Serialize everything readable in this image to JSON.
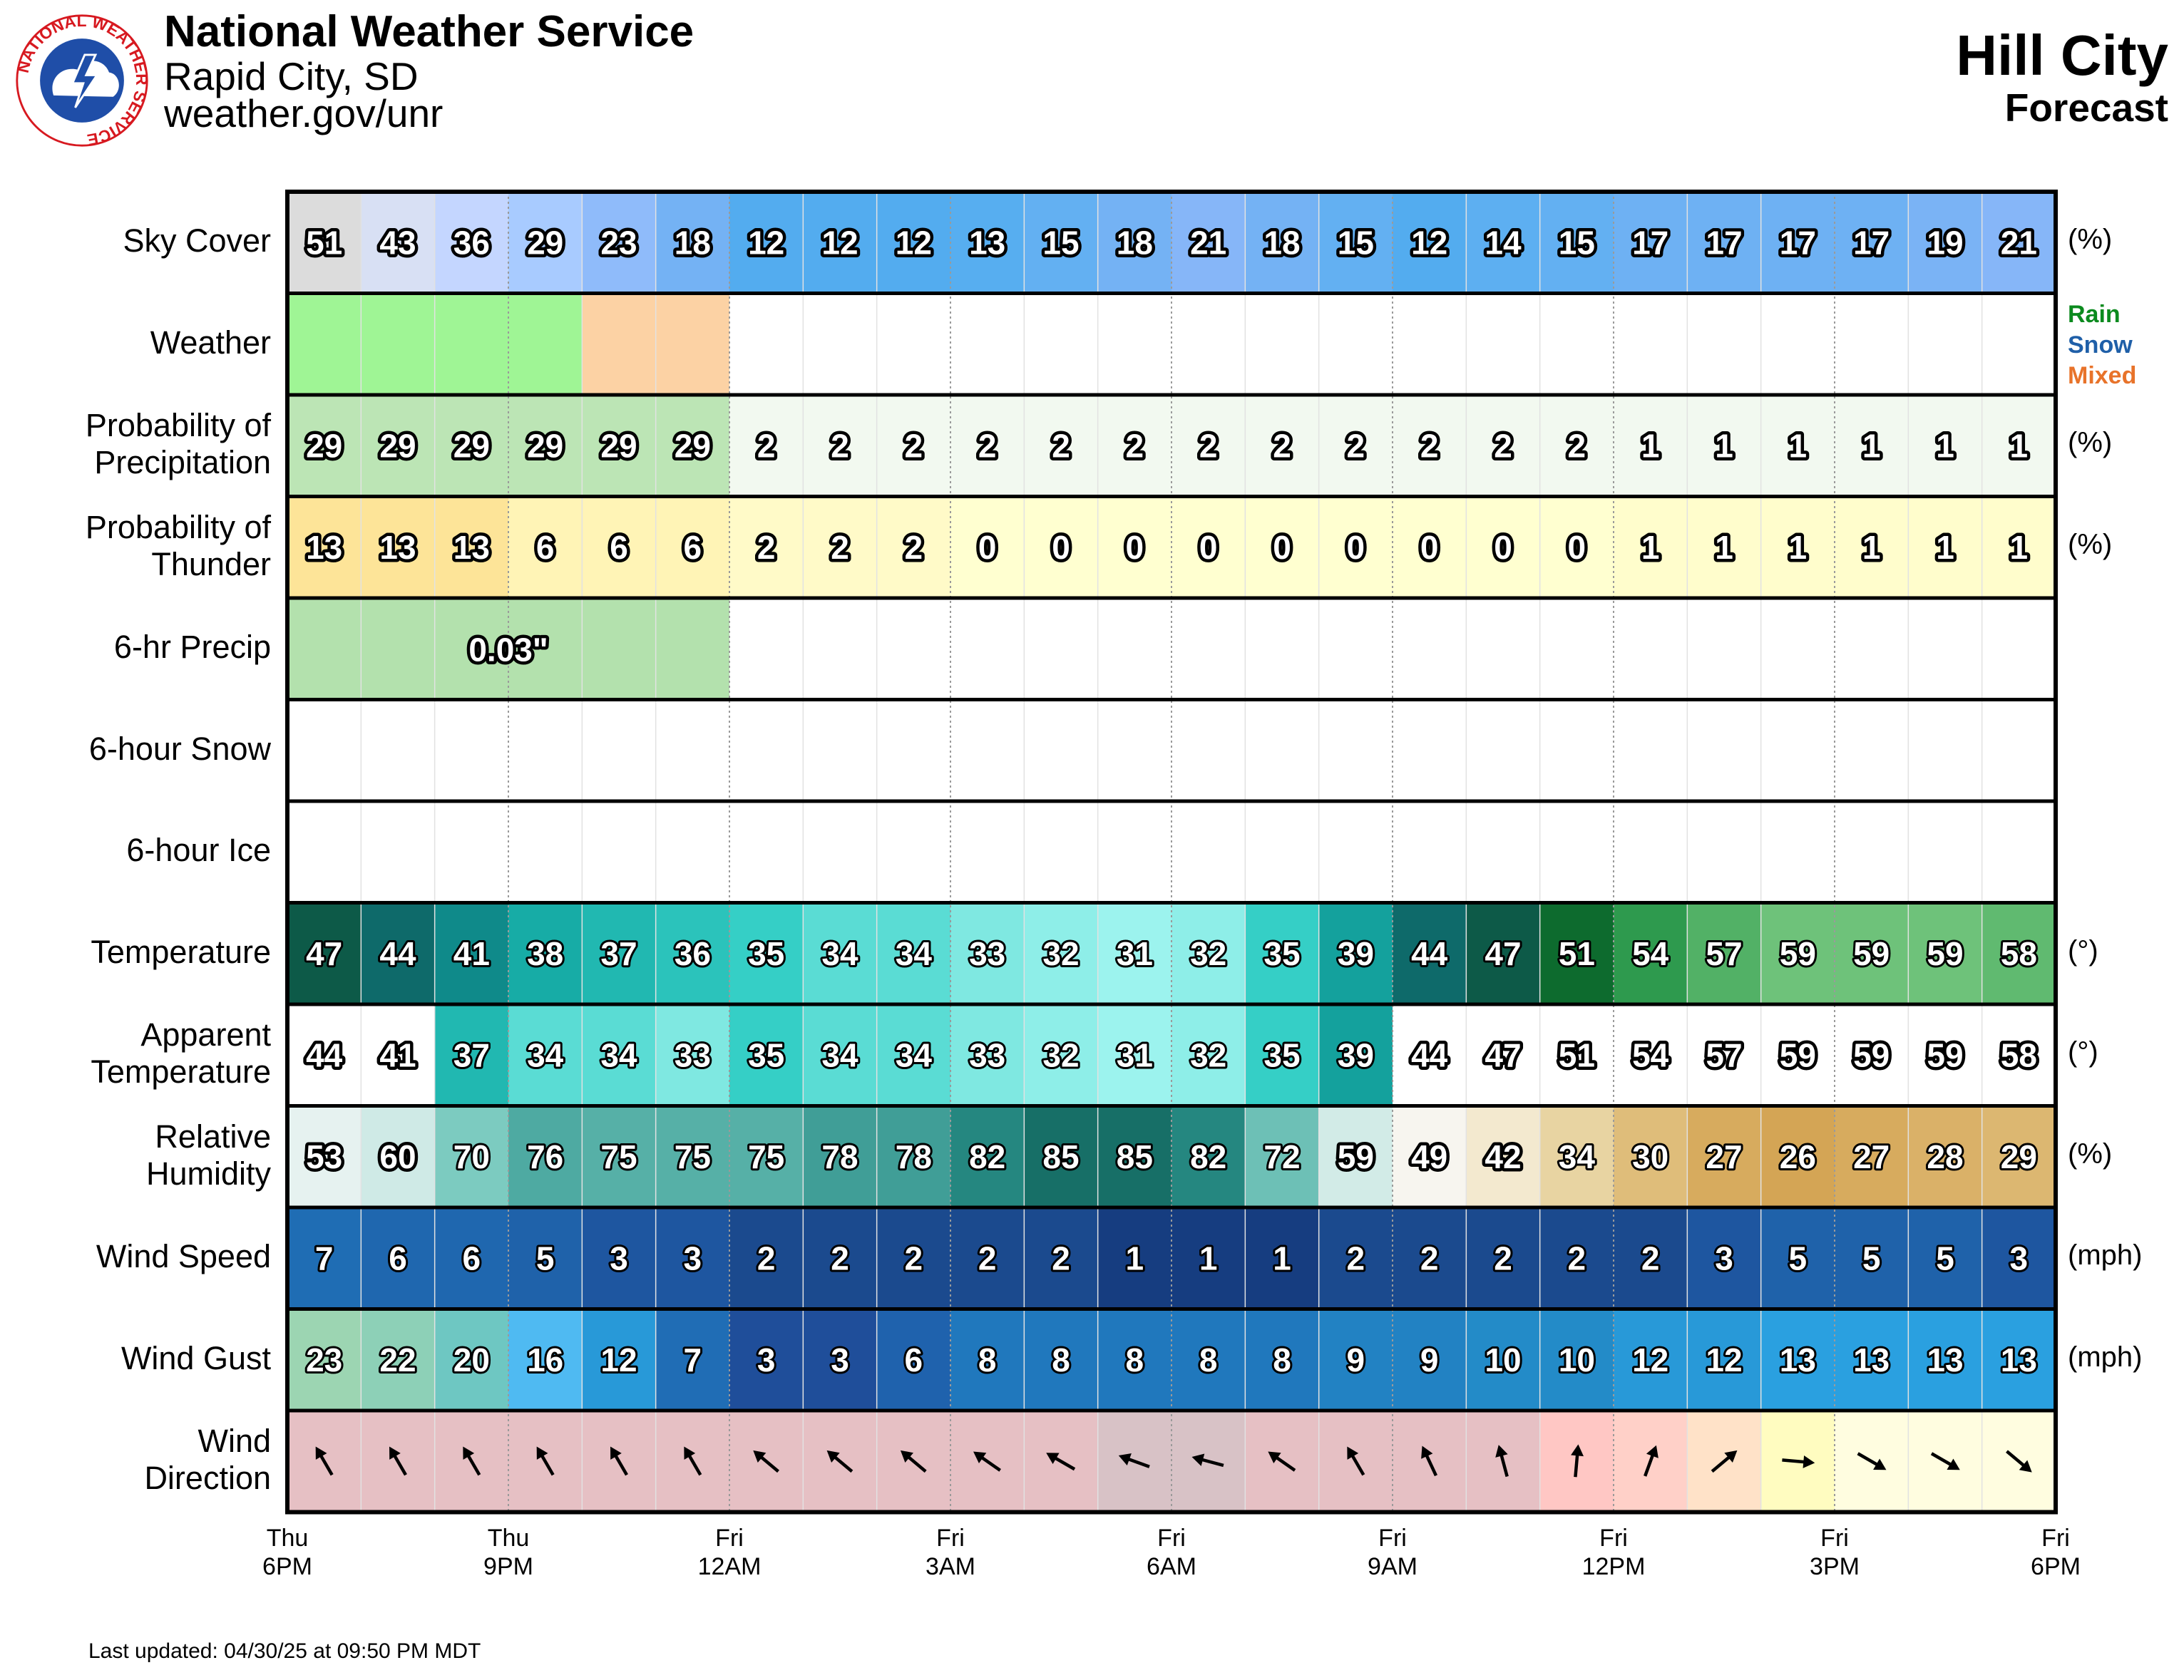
{
  "header": {
    "agency": "National Weather Service",
    "office": "Rapid City, SD",
    "url": "weather.gov/unr",
    "location": "Hill City",
    "subtitle": "Forecast",
    "logo_text": "NATIONAL WEATHER SERVICE"
  },
  "footer": {
    "last_updated": "Last updated: 04/30/25 at 09:50 PM MDT"
  },
  "legend": {
    "rain": "Rain",
    "snow": "Snow",
    "mixed": "Mixed",
    "rain_color": "#0b8a1e",
    "snow_color": "#1f5fa8",
    "mixed_color": "#e8732a"
  },
  "chart_data": {
    "type": "table",
    "columns": [
      "Thu 6PM",
      "Thu 7PM",
      "Thu 8PM",
      "Thu 9PM",
      "Thu 10PM",
      "Thu 11PM",
      "Fri 12AM",
      "Fri 1AM",
      "Fri 2AM",
      "Fri 3AM",
      "Fri 4AM",
      "Fri 5AM",
      "Fri 6AM",
      "Fri 7AM",
      "Fri 8AM",
      "Fri 9AM",
      "Fri 10AM",
      "Fri 11AM",
      "Fri 12PM",
      "Fri 1PM",
      "Fri 2PM",
      "Fri 3PM",
      "Fri 4PM",
      "Fri 5PM"
    ],
    "x_ticks": [
      {
        "day": "Thu",
        "time": "6PM"
      },
      {
        "day": "Thu",
        "time": "9PM"
      },
      {
        "day": "Fri",
        "time": "12AM"
      },
      {
        "day": "Fri",
        "time": "3AM"
      },
      {
        "day": "Fri",
        "time": "6AM"
      },
      {
        "day": "Fri",
        "time": "9AM"
      },
      {
        "day": "Fri",
        "time": "12PM"
      },
      {
        "day": "Fri",
        "time": "3PM"
      },
      {
        "day": "Fri",
        "time": "6PM"
      }
    ],
    "rows": [
      {
        "key": "sky",
        "label": [
          "Sky Cover"
        ],
        "unit": "(%)",
        "kind": "values",
        "values": [
          51,
          43,
          36,
          29,
          23,
          18,
          12,
          12,
          12,
          13,
          15,
          18,
          21,
          18,
          15,
          12,
          14,
          15,
          17,
          17,
          17,
          17,
          19,
          21
        ]
      },
      {
        "key": "weather",
        "label": [
          "Weather"
        ],
        "unit": "",
        "kind": "precip_type",
        "values": [
          "Rain",
          "Rain",
          "Rain",
          "Rain",
          "Mixed",
          "Mixed",
          "",
          "",
          "",
          "",
          "",
          "",
          "",
          "",
          "",
          "",
          "",
          "",
          "",
          "",
          "",
          "",
          "",
          ""
        ]
      },
      {
        "key": "pop",
        "label": [
          "Probability of",
          "Precipitation"
        ],
        "unit": "(%)",
        "kind": "values",
        "values": [
          29,
          29,
          29,
          29,
          29,
          29,
          2,
          2,
          2,
          2,
          2,
          2,
          2,
          2,
          2,
          2,
          2,
          2,
          1,
          1,
          1,
          1,
          1,
          1
        ]
      },
      {
        "key": "thunder",
        "label": [
          "Probability of",
          "Thunder"
        ],
        "unit": "(%)",
        "kind": "values",
        "values": [
          13,
          13,
          13,
          6,
          6,
          6,
          2,
          2,
          2,
          0,
          0,
          0,
          0,
          0,
          0,
          0,
          0,
          0,
          1,
          1,
          1,
          1,
          1,
          1
        ]
      },
      {
        "key": "precip6",
        "label": [
          "6-hr Precip"
        ],
        "unit": "",
        "kind": "blocks",
        "blocks": [
          {
            "start": 0,
            "span": 6,
            "text": "0.03\""
          }
        ]
      },
      {
        "key": "snow6",
        "label": [
          "6-hour Snow"
        ],
        "unit": "",
        "kind": "blocks",
        "blocks": []
      },
      {
        "key": "ice6",
        "label": [
          "6-hour Ice"
        ],
        "unit": "",
        "kind": "blocks",
        "blocks": []
      },
      {
        "key": "temp",
        "label": [
          "Temperature"
        ],
        "unit": "(°)",
        "kind": "values",
        "values": [
          47,
          44,
          41,
          38,
          37,
          36,
          35,
          34,
          34,
          33,
          32,
          31,
          32,
          35,
          39,
          44,
          47,
          51,
          54,
          57,
          59,
          59,
          59,
          58
        ]
      },
      {
        "key": "apparent",
        "label": [
          "Apparent",
          "Temperature"
        ],
        "unit": "(°)",
        "kind": "values",
        "values": [
          44,
          41,
          37,
          34,
          34,
          33,
          35,
          34,
          34,
          33,
          32,
          31,
          32,
          35,
          39,
          44,
          47,
          51,
          54,
          57,
          59,
          59,
          59,
          58
        ]
      },
      {
        "key": "rh",
        "label": [
          "Relative",
          "Humidity"
        ],
        "unit": "(%)",
        "kind": "values",
        "values": [
          53,
          60,
          70,
          76,
          75,
          75,
          75,
          78,
          78,
          82,
          85,
          85,
          82,
          72,
          59,
          49,
          42,
          34,
          30,
          27,
          26,
          27,
          28,
          29
        ]
      },
      {
        "key": "wspd",
        "label": [
          "Wind Speed"
        ],
        "unit": "(mph)",
        "kind": "values",
        "values": [
          7,
          6,
          6,
          5,
          3,
          3,
          2,
          2,
          2,
          2,
          2,
          1,
          1,
          1,
          2,
          2,
          2,
          2,
          2,
          3,
          5,
          5,
          5,
          3
        ]
      },
      {
        "key": "gust",
        "label": [
          "Wind Gust"
        ],
        "unit": "(mph)",
        "kind": "values",
        "values": [
          23,
          22,
          20,
          16,
          12,
          7,
          3,
          3,
          6,
          8,
          8,
          8,
          8,
          8,
          9,
          9,
          10,
          10,
          12,
          12,
          13,
          13,
          13,
          13
        ]
      },
      {
        "key": "wdir",
        "label": [
          "Wind",
          "Direction"
        ],
        "unit": "",
        "kind": "arrows",
        "direction_from_deg": [
          330,
          330,
          330,
          330,
          330,
          330,
          310,
          310,
          310,
          305,
          300,
          290,
          285,
          305,
          330,
          335,
          345,
          5,
          20,
          50,
          95,
          120,
          120,
          130
        ]
      }
    ]
  }
}
